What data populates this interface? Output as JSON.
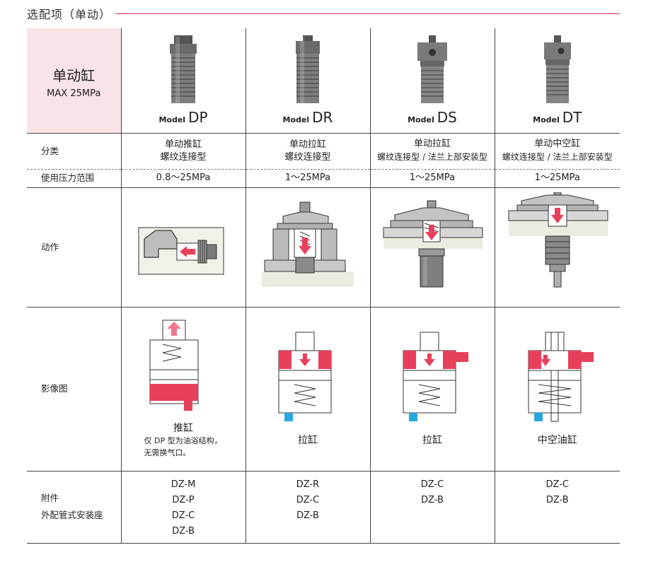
{
  "section": {
    "title": "选配项（单动）"
  },
  "corner": {
    "title": "单动缸",
    "subtitle": "MAX 25MPa"
  },
  "row_labels": {
    "category": "分类",
    "pressure": "使用压力范围",
    "action": "动作",
    "image": "影像图",
    "accessory_1": "附件",
    "accessory_2": "外配管式安装座"
  },
  "models": [
    {
      "prefix": "Model",
      "code": "DP",
      "category_1": "单动推缸",
      "category_2": "螺纹连接型",
      "pressure": "0.8～25MPa",
      "image_title": "推缸",
      "image_note_1": "仅 DP 型为油浴结构，",
      "image_note_2": "无需换气口。",
      "accessories": [
        "DZ-M",
        "DZ-P",
        "DZ-C",
        "DZ-B"
      ]
    },
    {
      "prefix": "Model",
      "code": "DR",
      "category_1": "单动拉缸",
      "category_2": "螺纹连接型",
      "pressure": "1～25MPa",
      "image_title": "拉缸",
      "accessories": [
        "DZ-R",
        "DZ-C",
        "DZ-B"
      ]
    },
    {
      "prefix": "Model",
      "code": "DS",
      "category_1": "单动拉缸",
      "category_2": "螺纹连接型 / 法兰上部安装型",
      "pressure": "1～25MPa",
      "image_title": "拉缸",
      "accessories": [
        "DZ-C",
        "DZ-B"
      ]
    },
    {
      "prefix": "Model",
      "code": "DT",
      "category_1": "单动中空缸",
      "category_2": "螺纹连接型 / 法兰上部安装型",
      "pressure": "1～25MPa",
      "image_title": "中空油缸",
      "accessories": [
        "DZ-C",
        "DZ-B"
      ]
    }
  ],
  "colors": {
    "accent": "#e8405a",
    "corner_bg": "#f9e3e6",
    "rule": "#d8304f",
    "metal": "#8a8a8a",
    "flow_blue": "#2aa7e0"
  }
}
